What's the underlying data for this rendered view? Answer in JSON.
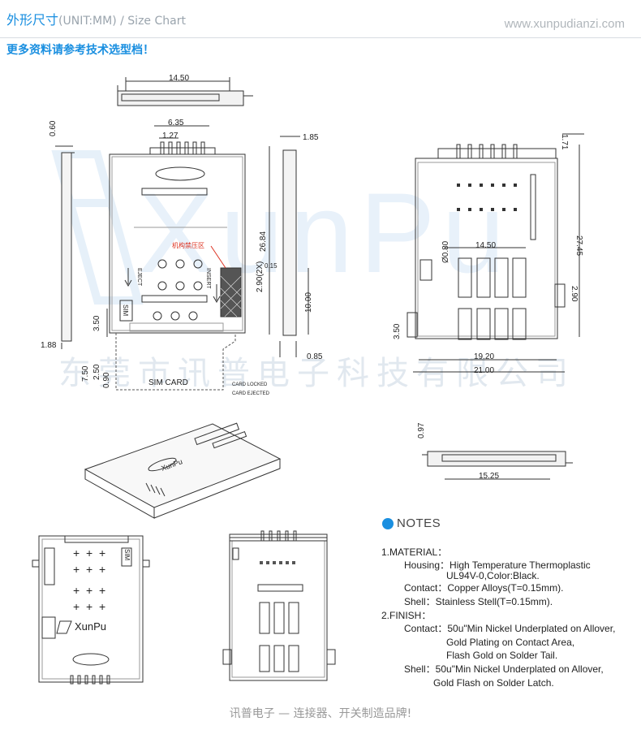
{
  "header": {
    "title_cn": "外形尺寸",
    "title_unit": "(UNIT:MM) / Size Chart",
    "site": "www.xunpudianzi.com"
  },
  "link_text": "更多资料请参考技术选型档！",
  "watermark": {
    "logo_text": "XunPu",
    "company": "东莞市讯普电子科技有限公司"
  },
  "dimensions": {
    "top_width": "14.50",
    "pitch_span": "6.35",
    "pitch": "1.27",
    "height_left": "0.60",
    "side_thk": "1.85",
    "overall_h": "26.84",
    "two_x": "2.90(2X)",
    "contact_t": "0.15",
    "len_10": "10.00",
    "d_350": "3.50",
    "d_188": "1.88",
    "d_750": "7.50",
    "d_250": "2.50",
    "d_090": "0.90",
    "d_085": "0.85",
    "fp_171": "1.71",
    "fp_2745": "27.45",
    "fp_080": "Ø0.80",
    "fp_1450": "14.50",
    "fp_290": "2.90",
    "fp_350": "3.50",
    "fp_1920": "19.20",
    "fp_2100": "21.00",
    "bot_097": "0.97",
    "bot_1525": "15.25"
  },
  "labels": {
    "mech_zone": "机构禁压区",
    "eject": "EJECT",
    "insert": "INSERT",
    "sim": "SIM",
    "sim_card": "SIM CARD",
    "card_locked": "CARD LOCKED",
    "card_ejected": "CARD EJECTED",
    "brand": "XunPu"
  },
  "notes": {
    "title": "NOTES",
    "material_h": "1.MATERIAL：",
    "housing": "Housing：High Temperature Thermoplastic",
    "housing2": "UL94V-0,Color:Black.",
    "contact": "Contact：Copper Alloys(T=0.15mm).",
    "shell": "Shell：Stainless Stell(T=0.15mm).",
    "finish_h": "2.FINISH：",
    "f_contact": "Contact：50u\"Min Nickel Underplated on Allover,",
    "f_contact2": "Gold Plating on Contact Area,",
    "f_contact3": "Flash Gold on Solder Tail.",
    "f_shell": "Shell：50u\"Min Nickel Underplated on Allover,",
    "f_shell2": "Gold Flash on Solder Latch."
  },
  "footer": "讯普电子 — 连接器、开关制造品牌!",
  "colors": {
    "accent": "#1a8fe0",
    "line": "#333333",
    "watermark": "#e3eef8"
  }
}
